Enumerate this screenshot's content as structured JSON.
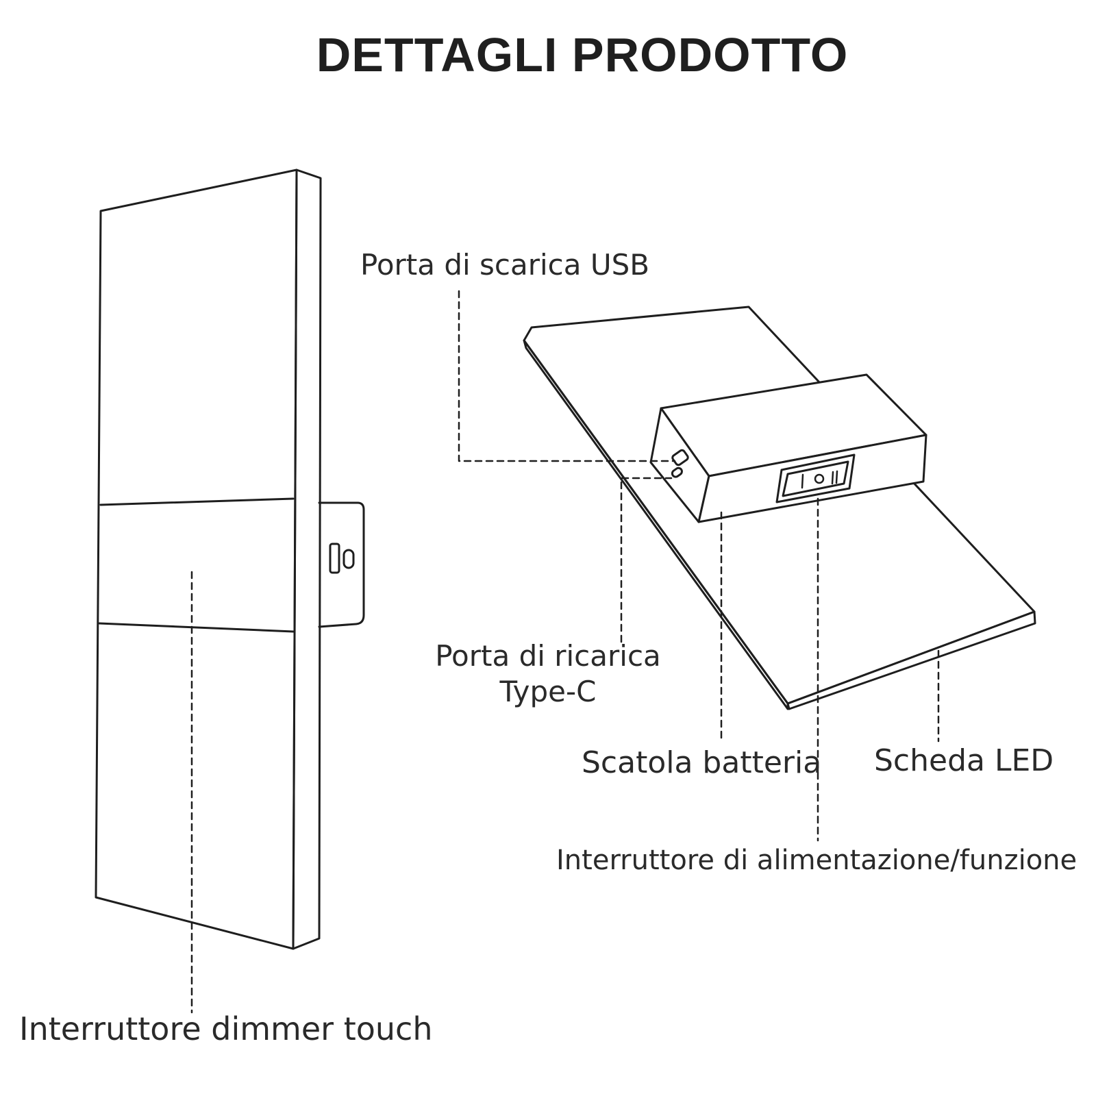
{
  "title": "DETTAGLI PRODOTTO",
  "labels": {
    "usb_discharge": "Porta di scarica USB",
    "typec_line1": "Porta di ricarica",
    "typec_line2": "Type-C",
    "battery_box": "Scatola batteria",
    "led_board": "Scheda LED",
    "power_switch": "Interruttore di alimentazione/funzione",
    "dimmer_touch": "Interruttore dimmer touch"
  },
  "colors": {
    "line": "#1e1e1e",
    "text": "#2a2a2a",
    "background": "#ffffff"
  }
}
